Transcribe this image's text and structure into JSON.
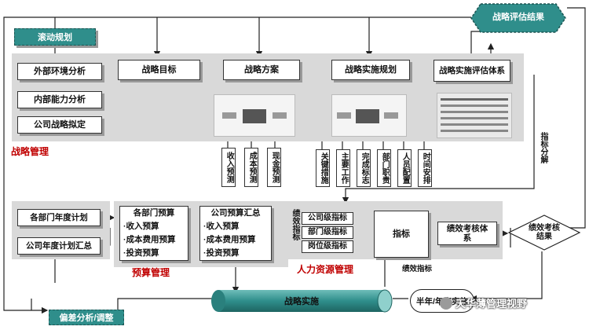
{
  "top": {
    "rolling_plan": "滚动规划",
    "ext_env": "外部环境分析",
    "int_cap": "内部能力分析",
    "company_strategy": "公司战略拟定",
    "strategy_goal": "战略目标",
    "strategy_plan": "战略方案",
    "impl_plan": "战略实施规划",
    "eval_system": "战略实施评估体系",
    "eval_result": "战略评估结果",
    "panel_label": "战略管理",
    "forecasts": [
      "收入预测",
      "成本预测",
      "现金预测"
    ],
    "impl_items": [
      "关键措施",
      "主要工作",
      "完成标志",
      "部门职责",
      "人员配置",
      "时间安排"
    ],
    "indicator_decomp": "指标分解"
  },
  "bottom": {
    "dept_annual_plan": "各部门年度计划",
    "company_annual_summary": "公司年度计划汇总",
    "dept_budget_title": "各部门预算",
    "dept_budget_items": [
      "·收入预算",
      "·成本费用预算",
      "·投资预算"
    ],
    "company_budget_title": "公司预算汇总",
    "company_budget_items": [
      "·收入预算",
      "·成本费用预算",
      "·投资预算"
    ],
    "budget_mgmt": "预算管理",
    "perf_indicator_vertical": "绩效指标",
    "levels": [
      "公司级指标",
      "部门级指标",
      "岗位级指标"
    ],
    "indicator": "指标",
    "perf_system": "绩效考核体系",
    "hr_mgmt": "人力资源管理",
    "perf_indicator_label": "绩效指标",
    "perf_result": "绩效考核结果",
    "strategy_impl": "战略实施",
    "half_year": "半年/年度实施",
    "deviation": "偏差分析/调整",
    "watermark": "天华薄管理视野"
  }
}
